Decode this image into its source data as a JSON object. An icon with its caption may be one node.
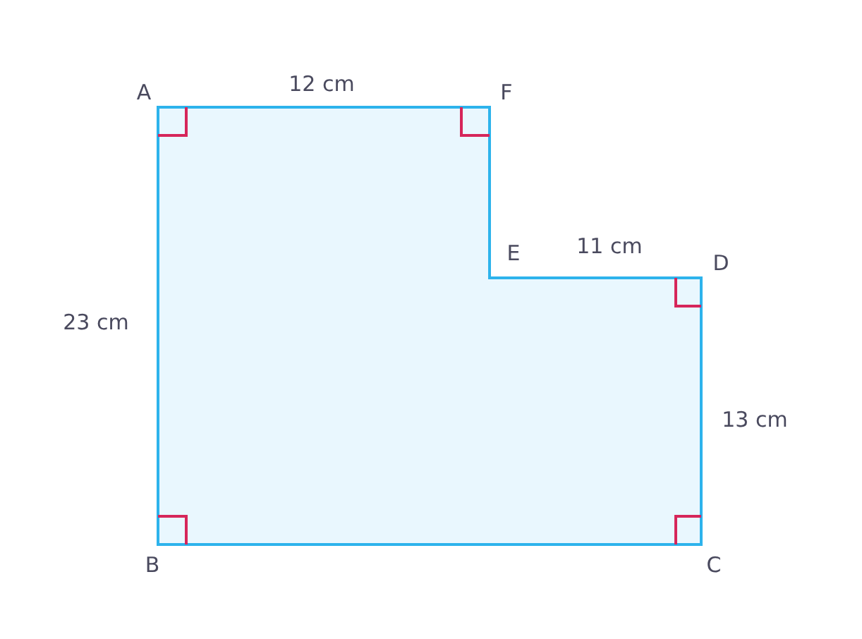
{
  "diagram": {
    "labels": [
      "A",
      "12 cm",
      "F",
      "E",
      "11 cm",
      "D",
      "23 cm",
      "13 cm",
      "B",
      "C"
    ]
  }
}
